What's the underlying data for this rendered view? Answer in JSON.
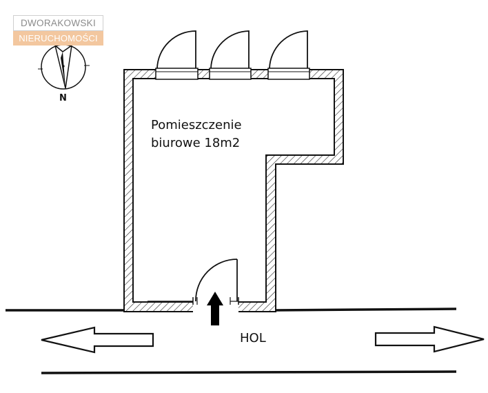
{
  "logo": {
    "line1": "DWORAKOWSKI",
    "line2": "NIERUCHOMOŚCI",
    "accent_color": "#f3c79f"
  },
  "compass": {
    "label": "N",
    "icon": "compass-icon"
  },
  "room": {
    "name_line1": "Pomieszczenie",
    "name_line2": "biurowe 18m2"
  },
  "corridor": {
    "label": "HOL"
  },
  "colors": {
    "line": "#111111",
    "hatch": "#333333"
  }
}
